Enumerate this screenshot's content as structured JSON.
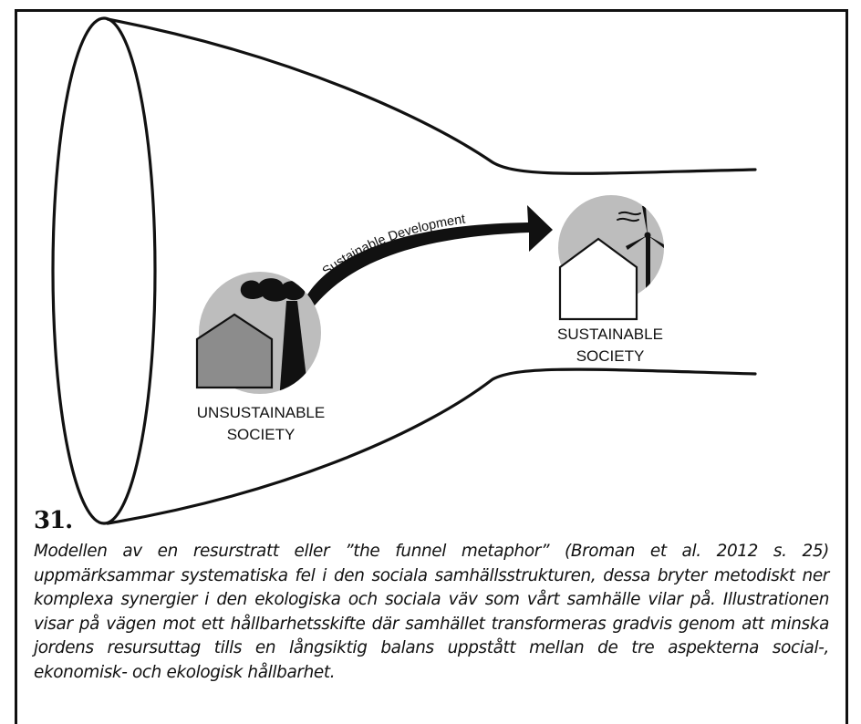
{
  "figure": {
    "number": "31.",
    "arrow_label": "Sustainable Development",
    "unsustainable_label": [
      "UNSUSTAINABLE",
      "SOCIETY"
    ],
    "sustainable_label": [
      "SUSTAINABLE",
      "SOCIETY"
    ]
  },
  "caption": "Modellen av en resurstratt eller ”the funnel metaphor” (Broman et al. 2012 s. 25) uppmärksammar systematiska fel i den sociala samhällsstrukturen, dessa bryter metodiskt ner komplexa synergier i den ekologiska och sociala väv som vårt samhälle vilar på. Illustrationen visar på vägen mot ett hållbarhetsskifte där samhället transformeras gradvis genom att minska jordens resursuttag tills en långsiktig balans uppstått mellan de tre aspekterna social-, ekonomisk- och ekologisk hållbarhet."
}
